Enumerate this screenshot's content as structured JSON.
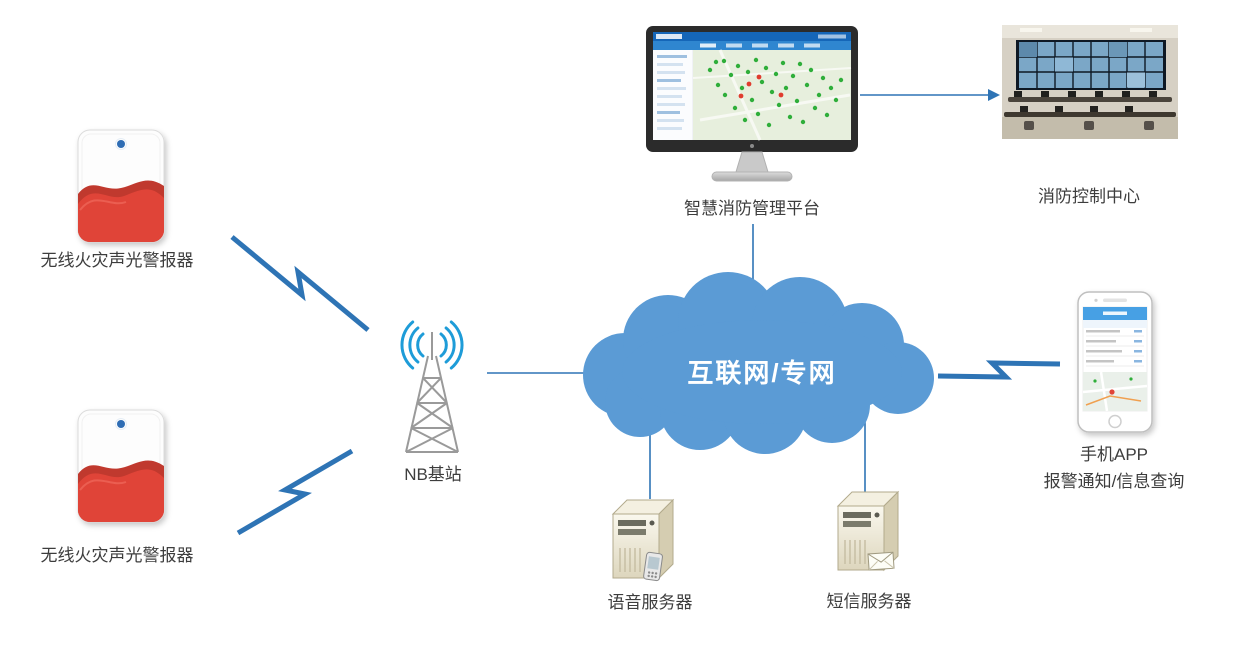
{
  "diagram": {
    "labels": {
      "alarm_top": "无线火灾声光警报器",
      "alarm_bottom": "无线火灾声光警报器",
      "nb_station": "NB基站",
      "cloud": "互联网/专网",
      "platform": "智慧消防管理平台",
      "control_center": "消防控制中心",
      "phone_line1": "手机APP",
      "phone_line2": "报警通知/信息查询",
      "voice_server": "语音服务器",
      "sms_server": "短信服务器"
    },
    "colors": {
      "connector_blue": "#2E74B5",
      "cloud_fill": "#5B9BD5",
      "cloud_text": "#FFFFFF",
      "alarm_red": "#E04438",
      "radio_wave_blue": "#1E9CD8",
      "label_text": "#3D3D3D"
    }
  }
}
